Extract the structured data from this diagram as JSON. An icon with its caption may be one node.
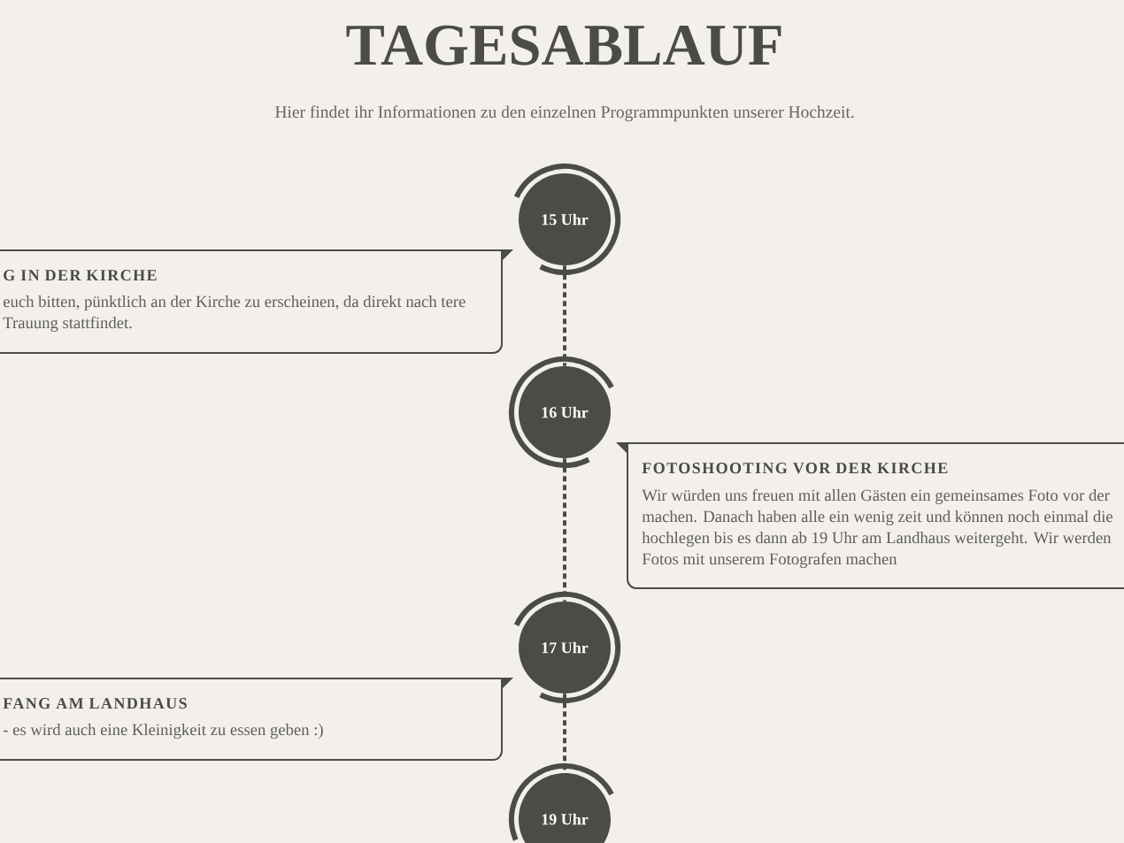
{
  "diagram": {
    "title": "TAGESABLAUF",
    "nodes": [
      {
        "text": [
          "15 Uhr"
        ]
      },
      {
        "text": [
          "G IN DER KIRCHE",
          "euch bitten, pünktlich an der Kirche zu erscheinen, da direkt nach tere Trauung stattfindet."
        ]
      },
      {
        "text": [
          "16 Uhr"
        ]
      },
      {
        "text": [
          "FOTOSHOOTING VOR DER KIRCHE",
          "Wir würden uns freuen mit allen Gästen ein gemeinsames Foto vor der machen. Danach haben alle ein wenig zeit und können noch einmal die hochlegen bis es dann ab 19 Uhr am Landhaus weitergeht. Wir werden Fotos mit unserem Fotografen machen"
        ]
      },
      {
        "text": [
          "17 Uhr"
        ]
      },
      {
        "text": [
          "FANG AM LANDHAUS",
          "- es wird auch eine Kleinigkeit zu essen geben :)"
        ]
      },
      {
        "text": [
          "19 Uhr"
        ]
      }
    ],
    "edges": [
      {
        "from": 0,
        "to": 2,
        "arrow": "none",
        "style": "dashed"
      },
      {
        "from": 2,
        "to": 4,
        "arrow": "none",
        "style": "dashed"
      },
      {
        "from": 4,
        "to": 6,
        "arrow": "none",
        "style": "dashed"
      }
    ],
    "labels": [
      "Hier findet ihr Informationen zu den einzelnen Programmpunkten unserer Hochzeit."
    ]
  }
}
